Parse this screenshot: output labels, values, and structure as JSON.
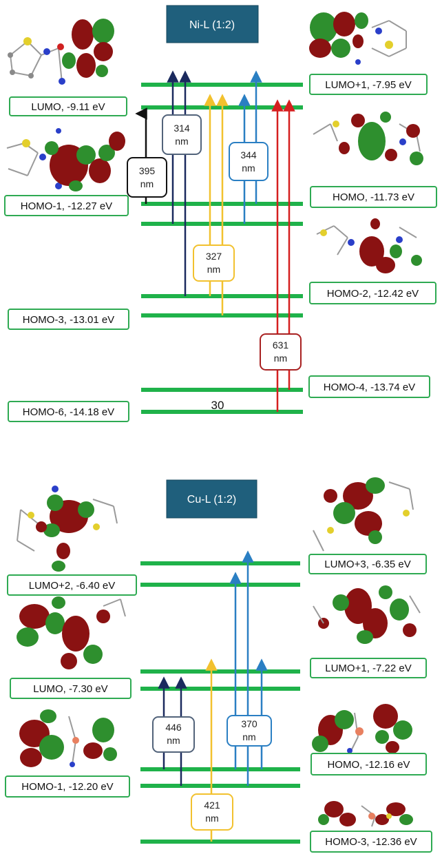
{
  "colors": {
    "level": "#1fb24a",
    "label_border": "#2eaa52",
    "title_bg": "#1f5f7c",
    "black": "#111111",
    "navy": "#1b2a5e",
    "slate": "#52637a",
    "yellow": "#f2c12e",
    "blue": "#2a7fc3",
    "red": "#d51f1f",
    "orbital_red": "#8a1212",
    "orbital_green": "#2e8f2e"
  },
  "ni": {
    "title": "Ni-L (1:2)",
    "left_labels": {
      "lumo": "LUMO, -9.11 eV",
      "homo1": "HOMO-1, -12.27 eV",
      "homo3": "HOMO-3, -13.01 eV",
      "homo6": "HOMO-6, -14.18 eV"
    },
    "right_labels": {
      "lumo1": "LUMO+1, -7.95 eV",
      "homo": "HOMO, -11.73 eV",
      "homo2": "HOMO-2, -12.42 eV",
      "homo4": "HOMO-4, -13.74 eV"
    },
    "transitions": {
      "t395": "395 nm",
      "t314": "314 nm",
      "t344": "344 nm",
      "t327": "327 nm",
      "t631": "631 nm"
    },
    "annotation": "30"
  },
  "cu": {
    "title": "Cu-L (1:2)",
    "left_labels": {
      "lumo2": "LUMO+2, -6.40 eV",
      "lumo": "LUMO, -7.30 eV",
      "homo1": "HOMO-1, -12.20 eV"
    },
    "right_labels": {
      "lumo3": "LUMO+3, -6.35 eV",
      "lumo1": "LUMO+1, -7.22 eV",
      "homo": "HOMO, -12.16 eV",
      "homo3": "HOMO-3, -12.36 eV"
    },
    "transitions": {
      "t446": "446 nm",
      "t370": "370 nm",
      "t421": "421 nm"
    }
  }
}
